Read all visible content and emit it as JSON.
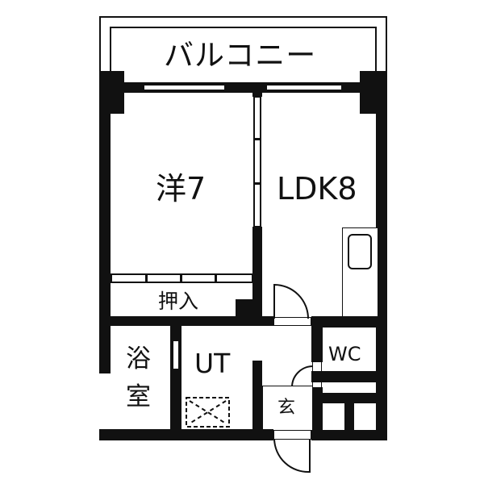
{
  "floor_plan": {
    "title": "",
    "rooms": {
      "balcony": "バルコニー",
      "western_room": "洋7",
      "ldk": "LDK8",
      "closet": "押入",
      "bath_line1": "浴",
      "bath_line2": "室",
      "utility": "UT",
      "toilet": "WC",
      "entrance": "玄"
    },
    "colors": {
      "wall": "#111111",
      "background": "#ffffff"
    }
  }
}
